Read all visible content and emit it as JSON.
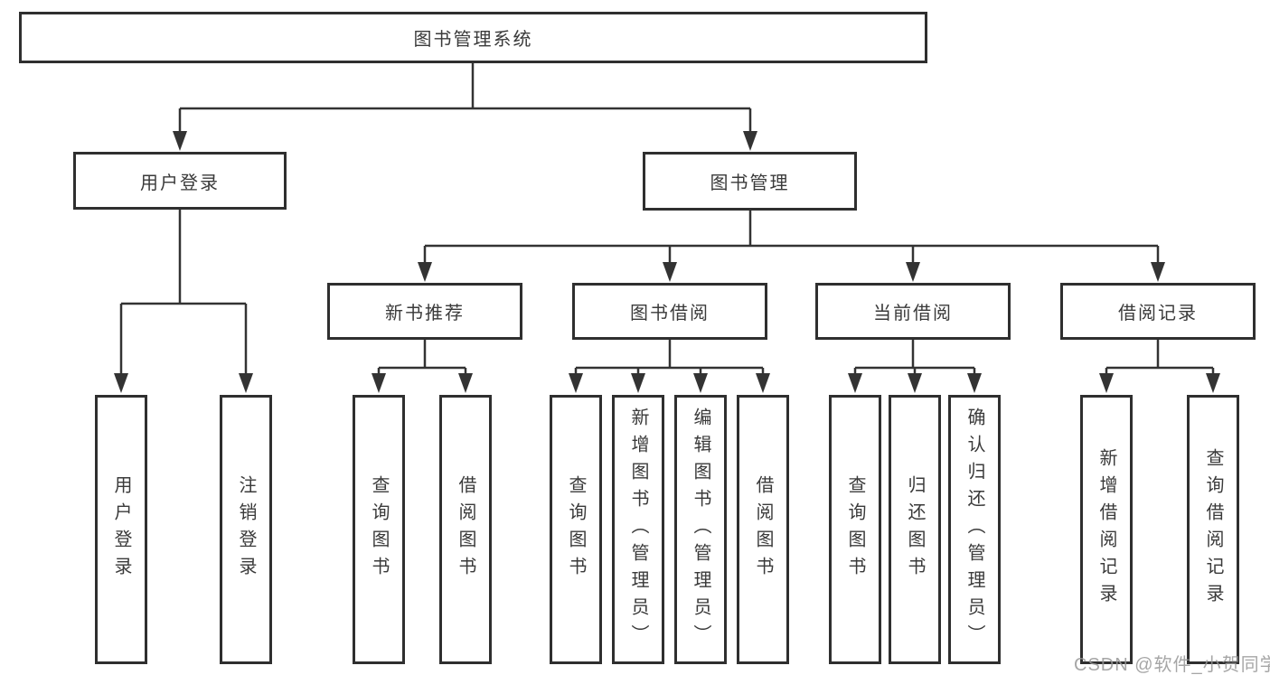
{
  "diagram": {
    "root": {
      "label": "图书管理系统"
    },
    "branches": [
      {
        "label": "用户登录",
        "children": [
          {
            "label": "用户登录"
          },
          {
            "label": "注销登录"
          }
        ]
      },
      {
        "label": "图书管理",
        "children": [
          {
            "label": "新书推荐",
            "children": [
              {
                "label": "查询图书"
              },
              {
                "label": "借阅图书"
              }
            ]
          },
          {
            "label": "图书借阅",
            "children": [
              {
                "label": "查询图书"
              },
              {
                "label": "新增图书（管理员）"
              },
              {
                "label": "编辑图书（管理员）"
              },
              {
                "label": "借阅图书"
              }
            ]
          },
          {
            "label": "当前借阅",
            "children": [
              {
                "label": "查询图书"
              },
              {
                "label": "归还图书"
              },
              {
                "label": "确认归还（管理员）"
              }
            ]
          },
          {
            "label": "借阅记录",
            "children": [
              {
                "label": "新增借阅记录"
              },
              {
                "label": "查询借阅记录"
              }
            ]
          }
        ]
      }
    ]
  },
  "watermark": "CSDN @软件_小贺同学",
  "colors": {
    "line": "#333333",
    "border": "#2f2f2f",
    "text": "#3a3a3a",
    "box_bg": "#ffffff",
    "watermark": "#969696"
  }
}
